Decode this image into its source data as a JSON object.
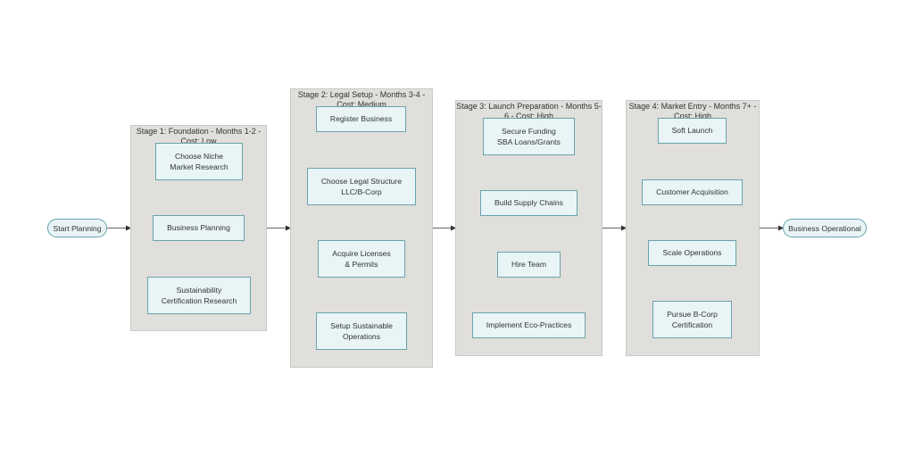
{
  "start": "Start Planning",
  "end": "Business Operational",
  "stages": [
    {
      "title": "Stage 1: Foundation - Months 1-2 - Cost: Low",
      "steps": [
        "Choose Niche\nMarket Research",
        "Business Planning",
        "Sustainability\nCertification Research"
      ]
    },
    {
      "title": "Stage 2: Legal Setup - Months 3-4 - Cost: Medium",
      "steps": [
        "Register Business",
        "Choose Legal Structure\nLLC/B-Corp",
        "Acquire Licenses\n& Permits",
        "Setup Sustainable\nOperations"
      ]
    },
    {
      "title": "Stage 3: Launch Preparation - Months 5-6 - Cost: High",
      "steps": [
        "Secure Funding\nSBA Loans/Grants",
        "Build Supply Chains",
        "Hire Team",
        "Implement Eco-Practices"
      ]
    },
    {
      "title": "Stage 4: Market Entry - Months 7+ - Cost: High",
      "steps": [
        "Soft Launch",
        "Customer Acquisition",
        "Scale Operations",
        "Pursue B-Corp\nCertification"
      ]
    }
  ]
}
